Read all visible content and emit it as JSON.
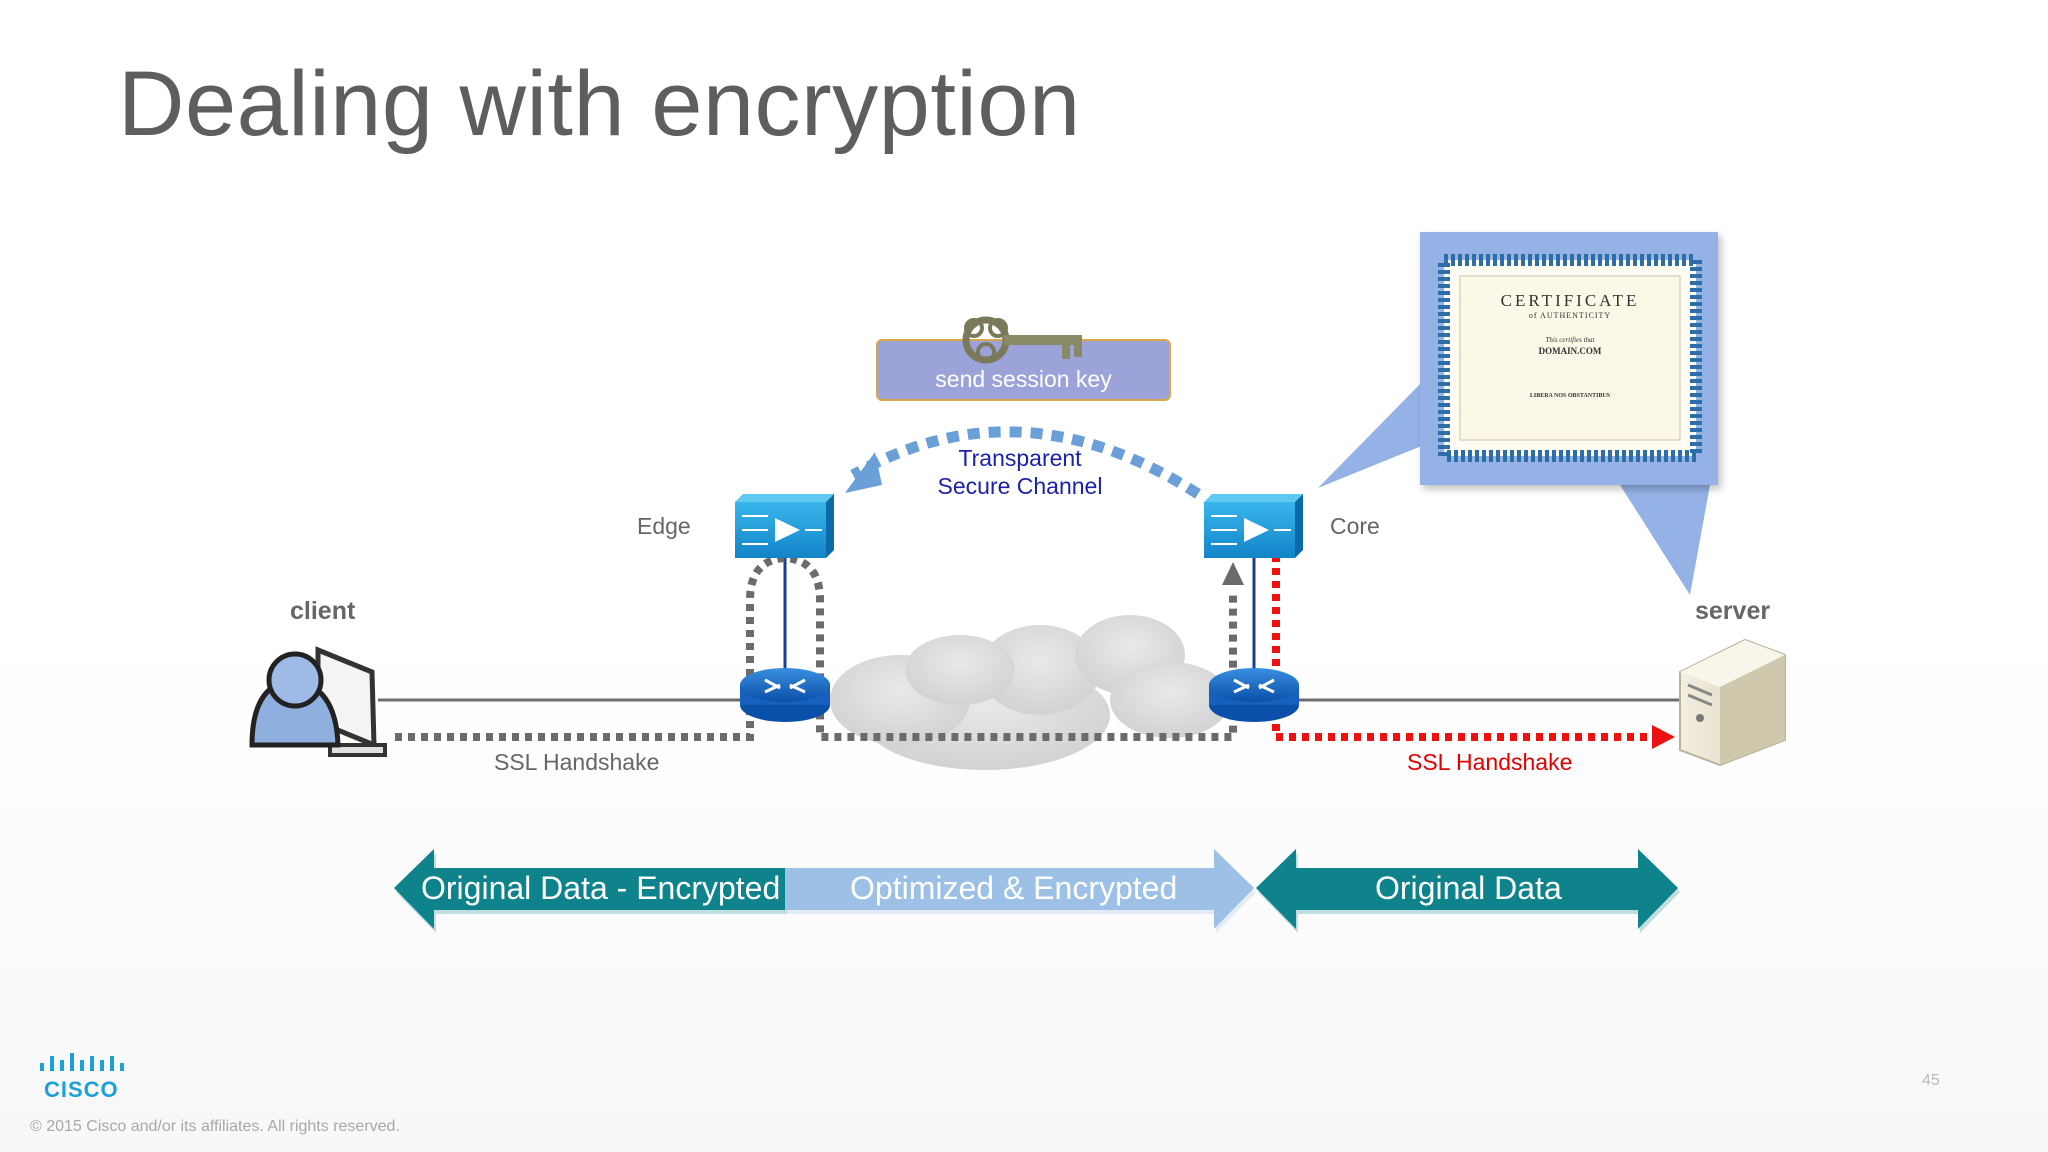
{
  "slide": {
    "title": "Dealing with encryption",
    "page_number": "45",
    "copyright": "© 2015  Cisco and/or its affiliates. All rights reserved.",
    "logo": "CISCO"
  },
  "labels": {
    "client": "client",
    "server": "server",
    "edge": "Edge",
    "core": "Core",
    "channel": "Transparent\nSecure Channel",
    "session_key": "send session key",
    "ssl_left": "SSL Handshake",
    "ssl_right": "SSL Handshake"
  },
  "bottom_arrows": {
    "left_text": "Original Data - Encrypted",
    "middle_text": "Optimized & Encrypted",
    "right_text": "Original Data"
  },
  "certificate": {
    "heading": "CERTIFICATE",
    "subheading": "of AUTHENTICITY",
    "line1": "This certifies that",
    "domain": "DOMAIN.COM",
    "motto": "LIBERA NOS OBSTANTIBUS"
  },
  "colors": {
    "teal": "#0f838c",
    "light_blue_arrow": "#9dc0e6",
    "key_box": "#9ba3d9",
    "cert_bg": "#94b2e6",
    "gray_dots": "#6b6b6b",
    "red_dots": "#ee1111",
    "blue_dashes": "#6a9fd8"
  }
}
